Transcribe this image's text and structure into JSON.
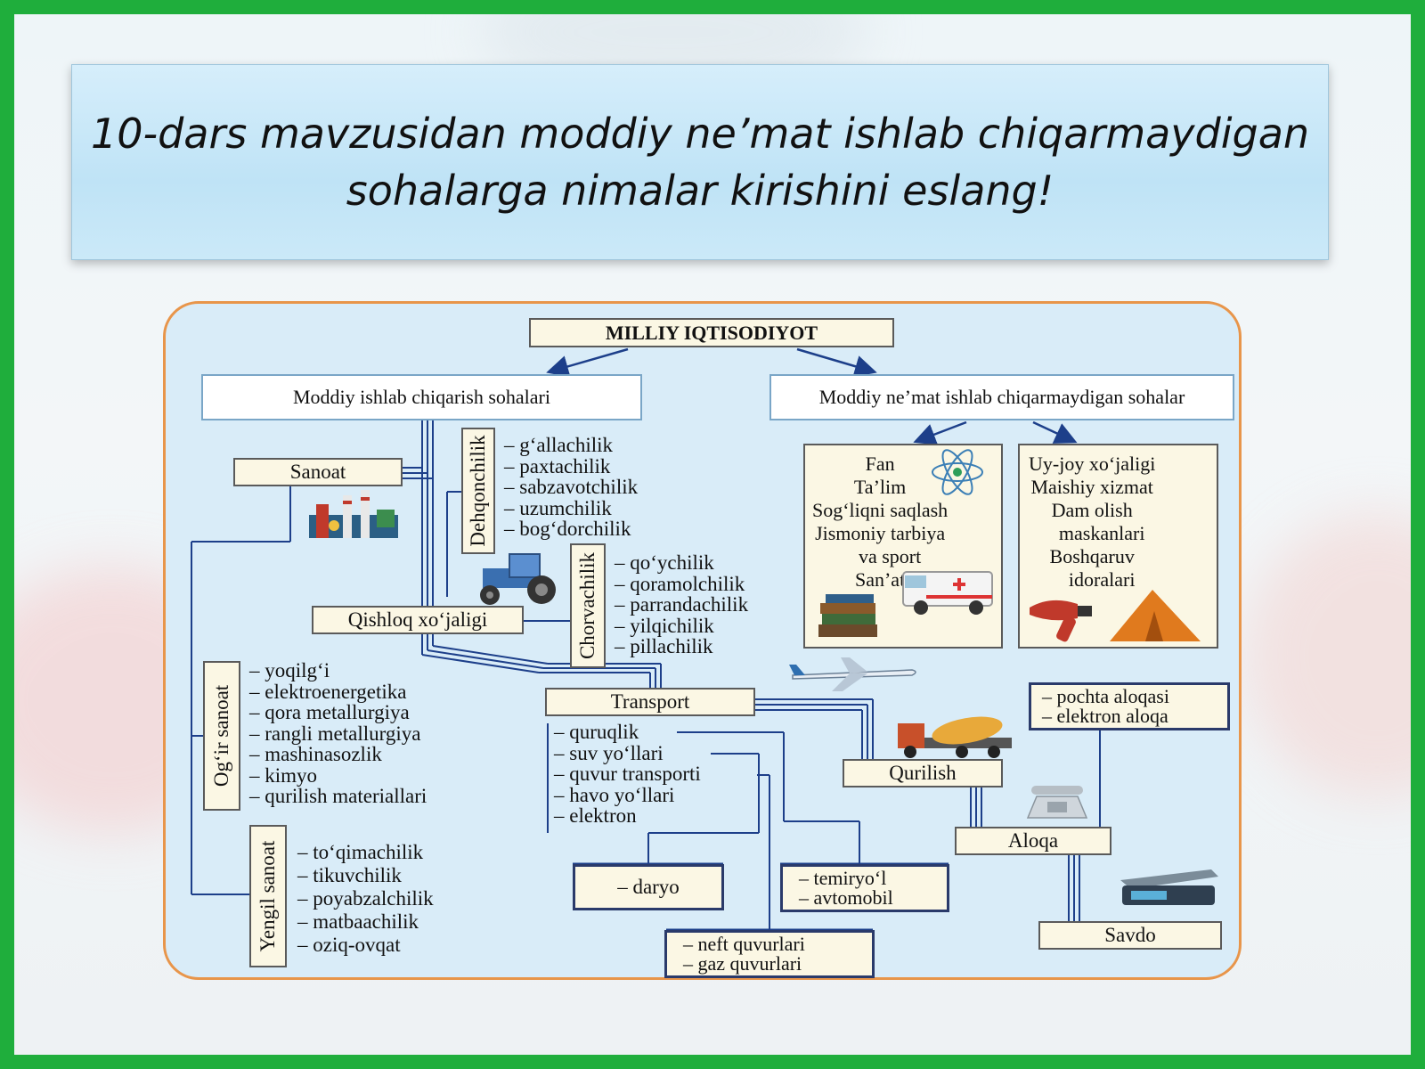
{
  "title": "10-dars mavzusidan moddiy ne’mat ishlab chiqarmaydigan sohalarga nimalar kirishini eslang!",
  "diagram": {
    "root": "MILLIY IQTISODIYOT",
    "left_branch": "Moddiy ishlab chiqarish sohalari",
    "right_branch": "Moddiy ne’mat ishlab chiqarmaydigan sohalar",
    "sanoat": "Sanoat",
    "dehqonchilik": "Dehqonchilik",
    "dehqonchilik_items": "– g‘allachilik\n– paxtachilik\n– sabzavotchilik\n– uzumchilik\n– bog‘dorchilik",
    "chorvachilik": "Chorvachilik",
    "chorvachilik_items": "– qo‘ychilik\n– qoramolchilik\n– parrandachilik\n– yilqichilik\n– pillachilik",
    "qishloq": "Qishloq xo‘jaligi",
    "ogir_sanoat": "Og‘ir sanoat",
    "ogir_items": "– yoqilg‘i\n– elektroenergetika\n– qora metallurgiya\n– rangli metallurgiya\n– mashinasozlik\n– kimyo\n– qurilish materiallari",
    "yengil_sanoat": "Yengil sanoat",
    "yengil_items": "– to‘qimachilik\n– tikuvchilik\n– poyabzalchilik\n– matbaachilik\n– oziq-ovqat",
    "transport": "Transport",
    "transport_items": "– quruqlik\n– suv yo‘llari\n– quvur transporti\n– havo yo‘llari\n– elektron",
    "daryo": "– daryo",
    "temiryol": "– temiryo‘l\n– avtomobil",
    "neft": "– neft quvurlari\n– gaz quvurlari",
    "nonmat_left": "Fan\nTa’lim\nSog‘liqni saqlash\nJismoniy tarbiya\n    va sport\nSan’at",
    "nonmat_right": "Uy-joy xo‘jaligi\nMaishiy xizmat\nDam olish\n    maskanlari\nBoshqaruv\n    idoralari",
    "qurilish": "Qurilish",
    "pochta": "– pochta aloqasi\n– elektron aloqa",
    "aloqa": "Aloqa",
    "savdo": "Savdo",
    "icons": [
      "factory-icon",
      "tractor-icon",
      "atom-icon",
      "books-icon",
      "ambulance-icon",
      "hair-dryer-icon",
      "tent-icon",
      "airplane-icon",
      "cement-truck-icon",
      "telephone-icon",
      "scale-icon"
    ]
  }
}
